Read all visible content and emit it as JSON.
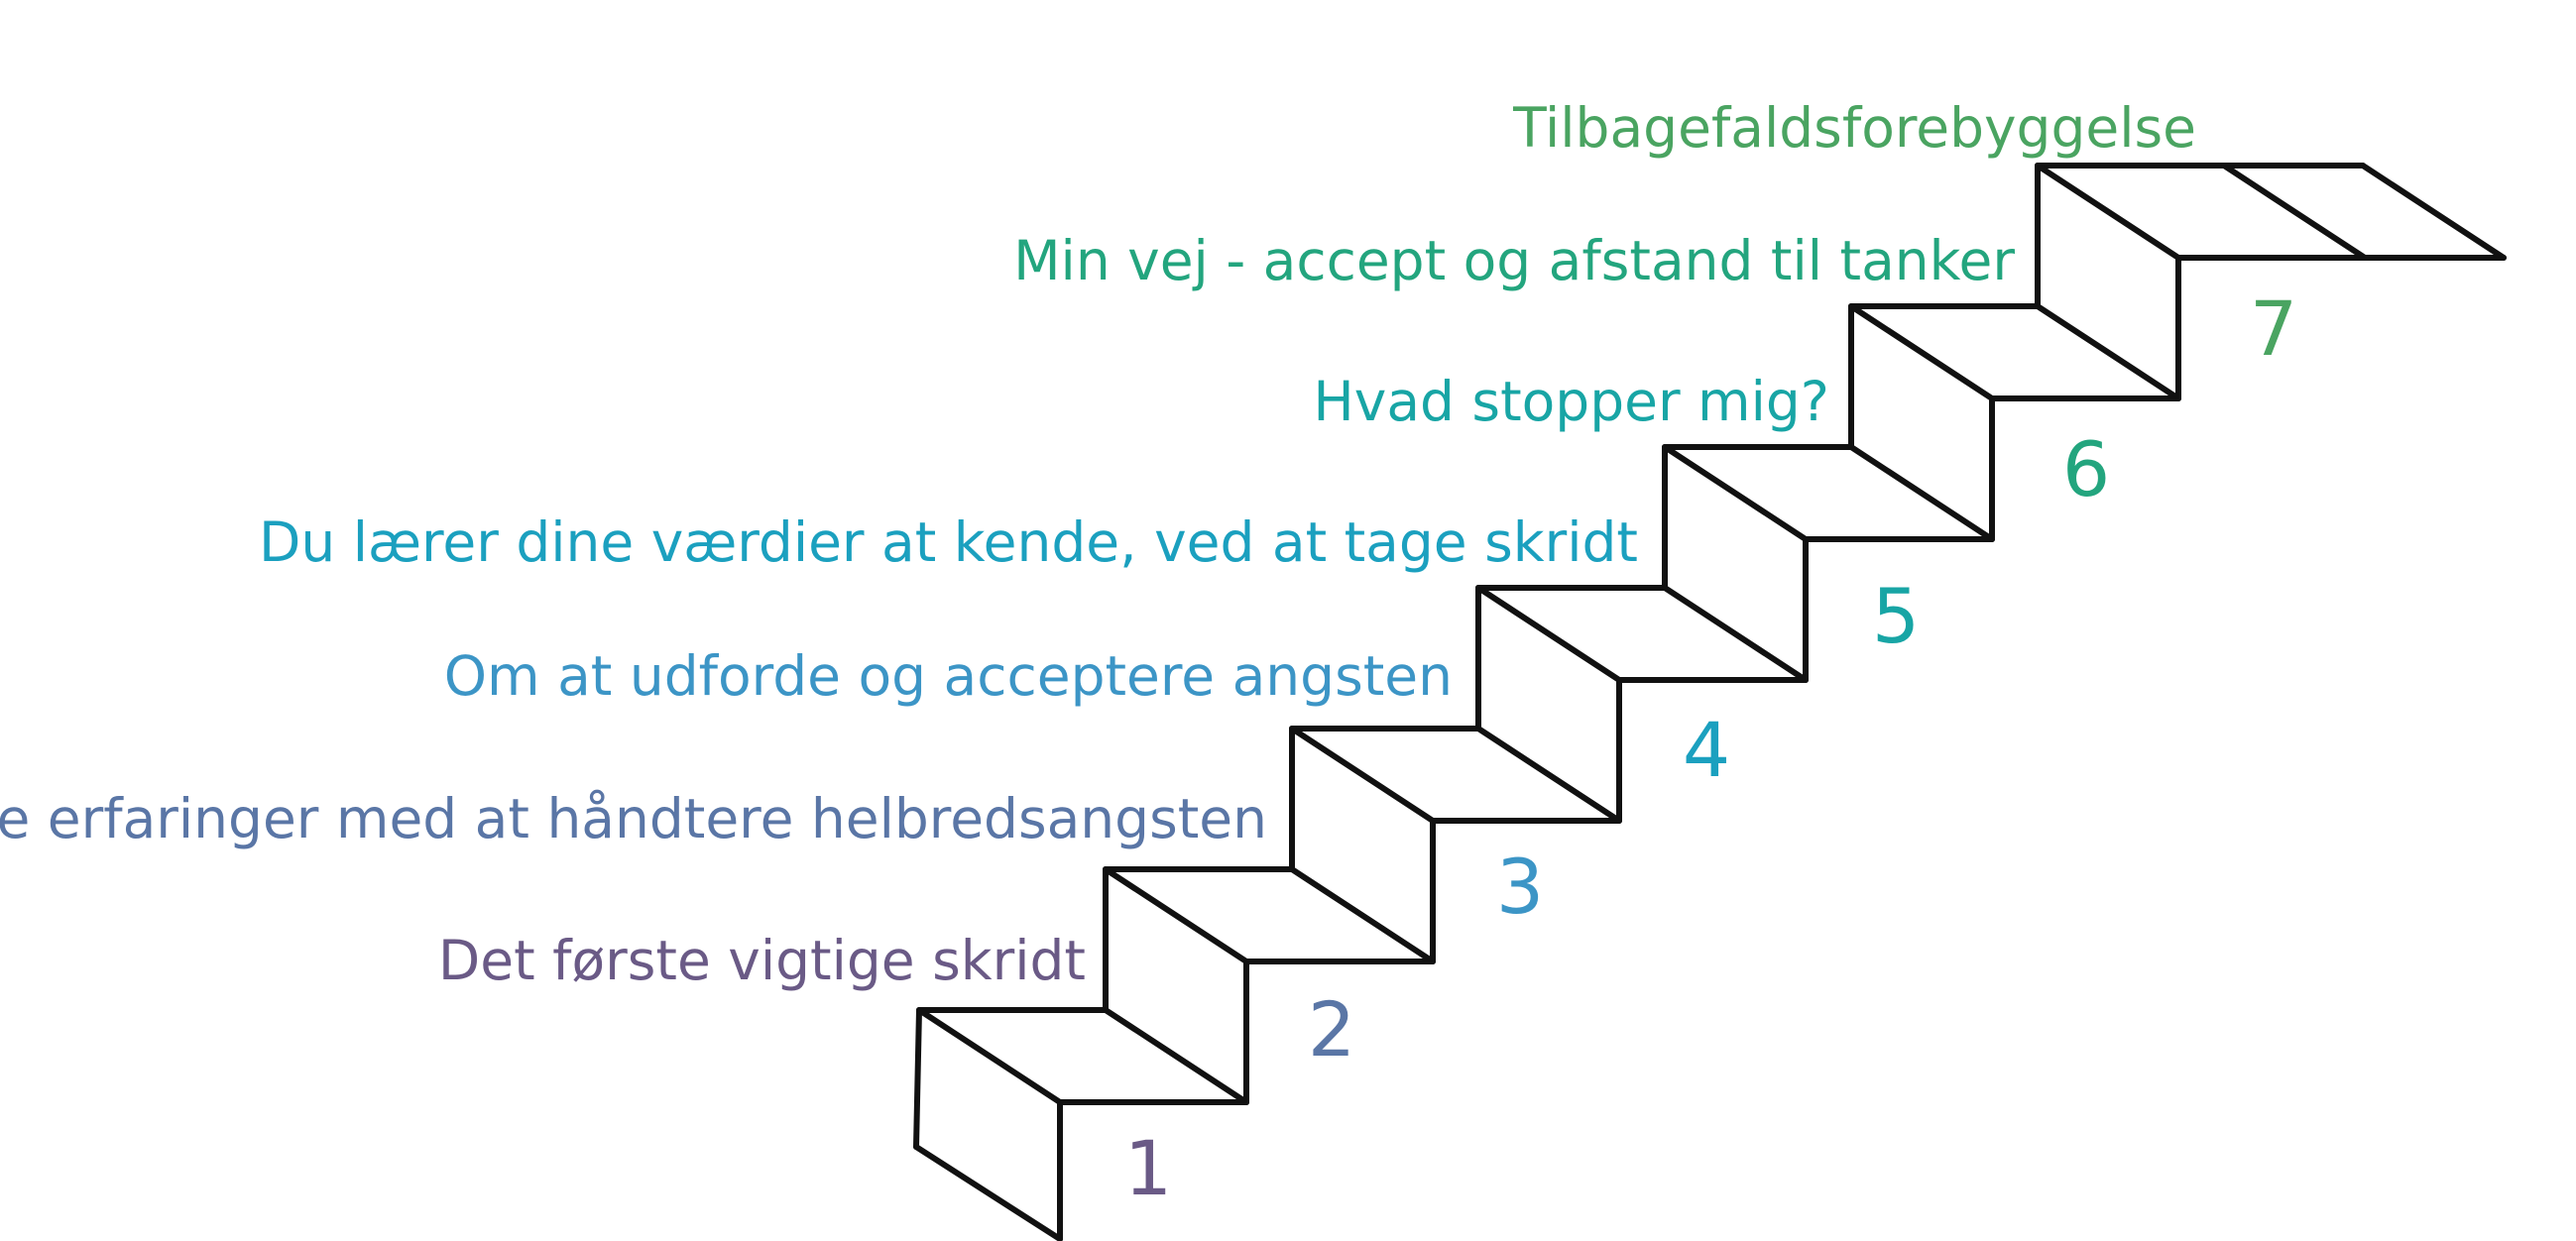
{
  "steps": [
    {
      "number": "1",
      "label": "Det første vigtige skridt",
      "color": "#6a5a86"
    },
    {
      "number": "2",
      "label": "Dine erfaringer med at håndtere helbredsangsten",
      "color": "#5a76a6"
    },
    {
      "number": "3",
      "label": "Om at udforde og acceptere angsten",
      "color": "#3c95c6"
    },
    {
      "number": "4",
      "label": "Du lærer dine værdier at kende, ved at tage skridt",
      "color": "#1ba0bf"
    },
    {
      "number": "5",
      "label": "Hvad stopper mig?",
      "color": "#18a5a5"
    },
    {
      "number": "6",
      "label": "Min vej - accept og afstand til tanker",
      "color": "#23a57e"
    },
    {
      "number": "7",
      "label": "Tilbagefaldsforebyggelse",
      "color": "#4aa461"
    }
  ],
  "line_color": "#111111"
}
